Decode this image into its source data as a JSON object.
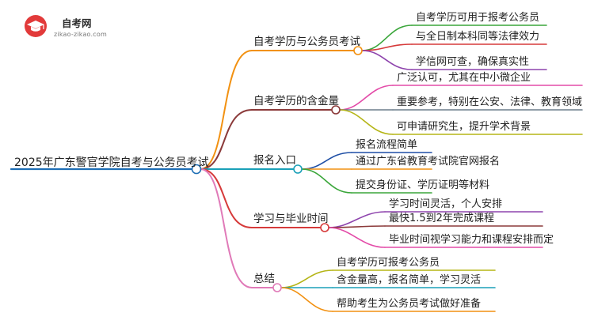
{
  "logo": {
    "title": "自考网",
    "url": "zikao-zikao.com",
    "icon": "graduation-cap-icon",
    "colors": {
      "circle": "#e23a3a",
      "cap": "#ffffff",
      "circle_dark": "#b81f1f"
    }
  },
  "root": {
    "label": "2025年广东警官学院自考与公务员考试",
    "color": "#1f6fb5"
  },
  "branches": [
    {
      "label": "自考学历与公务员考试",
      "color": "#f29111",
      "leaves": [
        {
          "label": "自考学历可用于报考公务员",
          "color": "#3aa63a"
        },
        {
          "label": "与全日制本科同等法律效力",
          "color": "#d63a3a"
        },
        {
          "label": "学信网可查，确保真实性",
          "color": "#8e44ad"
        }
      ]
    },
    {
      "label": "自考学历的含金量",
      "color": "#8b3a3a",
      "leaves": [
        {
          "label": "广泛认可，尤其在中小微企业",
          "color": "#e34ba8"
        },
        {
          "label": "重要参考，特别在公安、法律、教育领域",
          "color": "#6b7d8c"
        },
        {
          "label": "可申请研究生，提升学术背景",
          "color": "#b5b517"
        }
      ]
    },
    {
      "label": "报名入口",
      "color": "#1aa0b8",
      "leaves": [
        {
          "label": "报名流程简单",
          "color": "#1f4fa5"
        },
        {
          "label": "通过广东省教育考试院官网报名",
          "color": "#f29111"
        },
        {
          "label": "提交身份证、学历证明等材料",
          "color": "#3aa63a"
        }
      ]
    },
    {
      "label": "学习与毕业时间",
      "color": "#d63a3a",
      "leaves": [
        {
          "label": "学习时间灵活，个人安排",
          "color": "#8e44ad"
        },
        {
          "label": "最快1.5到2年完成课程",
          "color": "#8b3a3a"
        },
        {
          "label": "毕业时间视学习能力和课程安排而定",
          "color": "#e34ba8"
        }
      ]
    },
    {
      "label": "总结",
      "color": "#e07ab8",
      "leaves": [
        {
          "label": "自考学历可报考公务员",
          "color": "#b5b517"
        },
        {
          "label": "含金量高，报名简单，学习灵活",
          "color": "#1aa0b8"
        },
        {
          "label": "帮助考生为公务员考试做好准备",
          "color": "#f29111"
        }
      ]
    }
  ]
}
